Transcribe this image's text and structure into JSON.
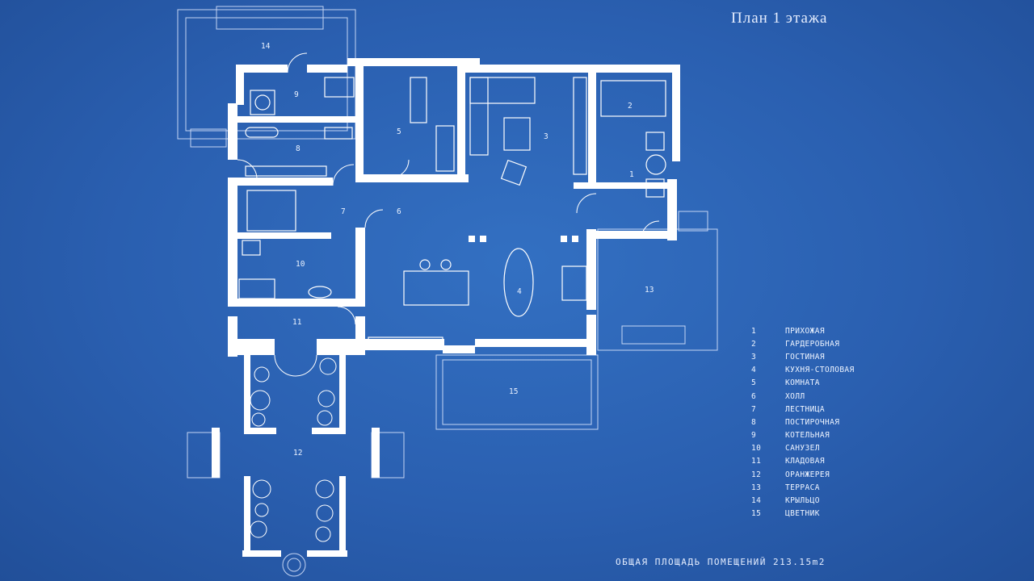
{
  "title": "План 1 этажа",
  "total_area": "ОБЩАЯ ПЛОЩАДЬ ПОМЕЩЕНИЙ 213.15m2",
  "rooms": {
    "r1": "1",
    "r2": "2",
    "r3": "3",
    "r4": "4",
    "r5": "5",
    "r6": "6",
    "r7": "7",
    "r8": "8",
    "r9": "9",
    "r10": "10",
    "r11": "11",
    "r12": "12",
    "r13": "13",
    "r14": "14",
    "r15": "15"
  },
  "legend": [
    {
      "num": "1",
      "name": "ПРИХОЖАЯ"
    },
    {
      "num": "2",
      "name": "ГАРДЕРОБНАЯ"
    },
    {
      "num": "3",
      "name": "ГОСТИНАЯ"
    },
    {
      "num": "4",
      "name": "КУХНЯ-СТОЛОВАЯ"
    },
    {
      "num": "5",
      "name": "КОМНАТА"
    },
    {
      "num": "6",
      "name": "ХОЛЛ"
    },
    {
      "num": "7",
      "name": "ЛЕСТНИЦА"
    },
    {
      "num": "8",
      "name": "ПОСТИРОЧНАЯ"
    },
    {
      "num": "9",
      "name": "КОТЕЛЬНАЯ"
    },
    {
      "num": "10",
      "name": "САНУЗЕЛ"
    },
    {
      "num": "11",
      "name": "КЛАДОВАЯ"
    },
    {
      "num": "12",
      "name": "ОРАНЖЕРЕЯ"
    },
    {
      "num": "13",
      "name": "ТЕРРАСА"
    },
    {
      "num": "14",
      "name": "КРЫЛЬЦО"
    },
    {
      "num": "15",
      "name": "ЦВЕТНИК"
    }
  ],
  "colors": {
    "background": "#2a5fb0",
    "lines": "#ffffff"
  }
}
